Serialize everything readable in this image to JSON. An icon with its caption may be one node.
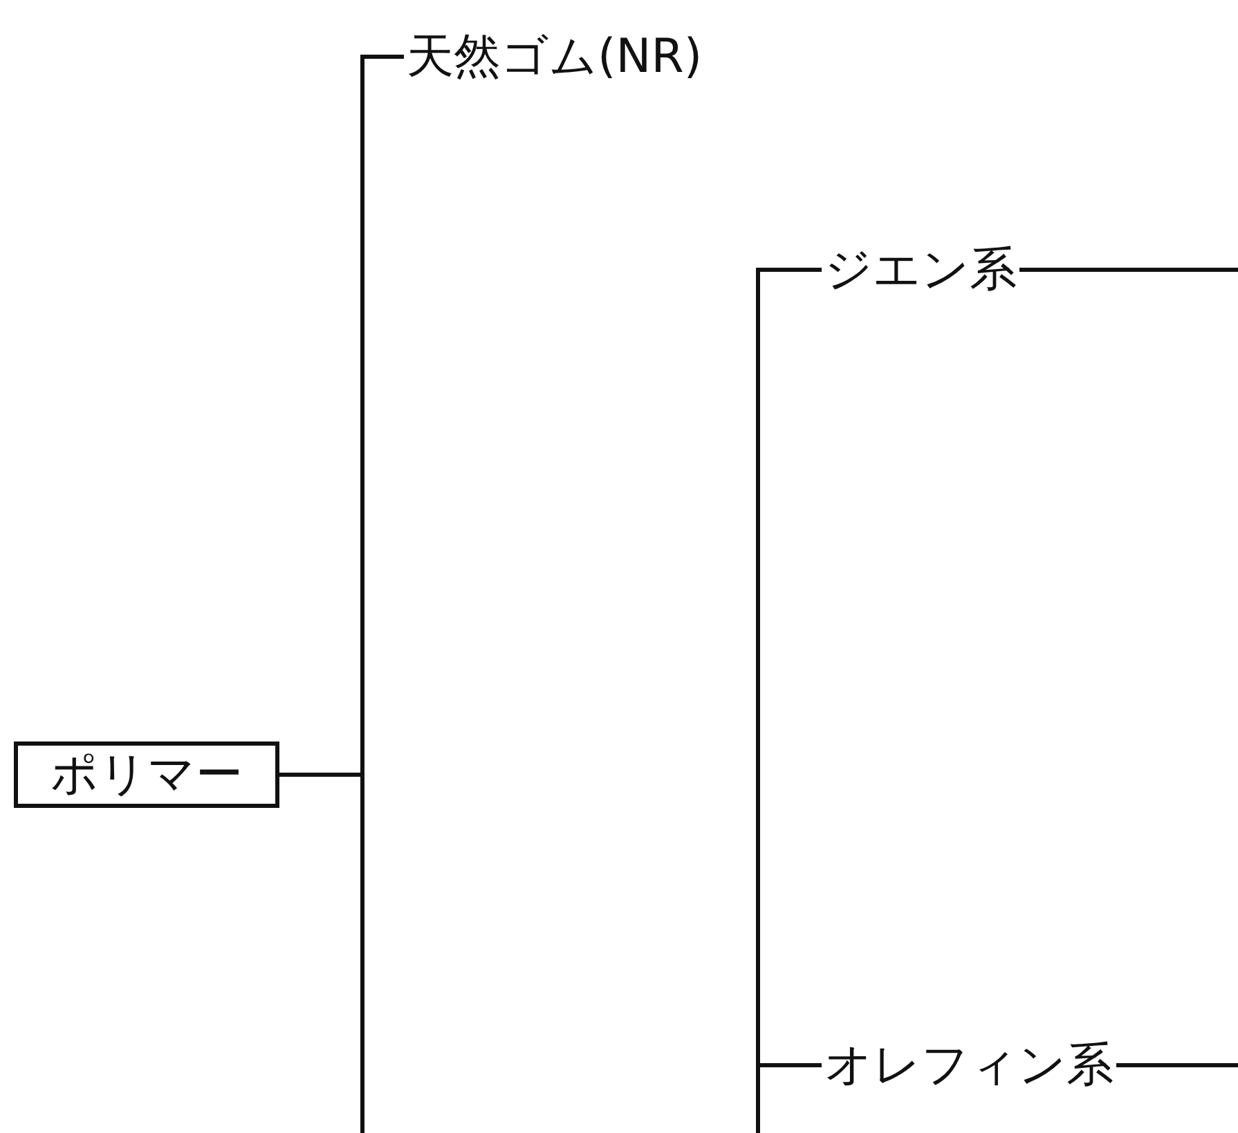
{
  "diagram": {
    "nodes": [
      {
        "text": [
          "ポリマー"
        ]
      },
      {
        "text": [
          "天然ゴム(NR)"
        ]
      },
      {
        "text": [
          "ジエン系"
        ]
      },
      {
        "text": [
          "オレフィン系"
        ]
      }
    ],
    "edges": [
      {
        "from": 0,
        "to": 1,
        "arrow": "none"
      },
      {
        "from": 0,
        "to": null,
        "arrow": "none"
      },
      {
        "from": null,
        "to": 2,
        "arrow": "none"
      },
      {
        "from": null,
        "to": 3,
        "arrow": "none"
      },
      {
        "from": 2,
        "to": null,
        "arrow": "none"
      },
      {
        "from": 3,
        "to": null,
        "arrow": "none"
      }
    ]
  }
}
